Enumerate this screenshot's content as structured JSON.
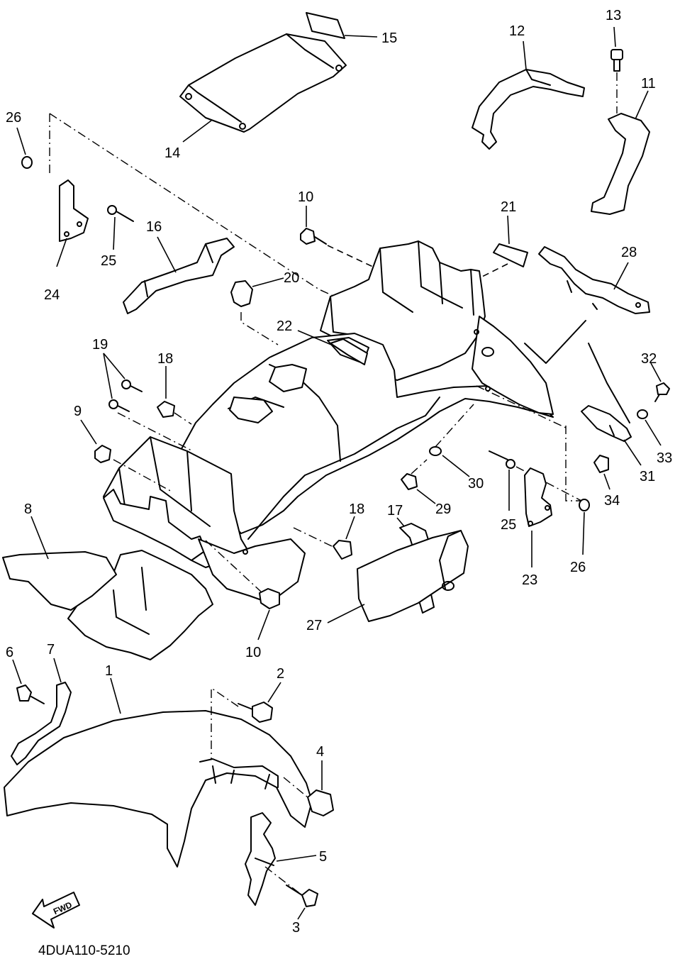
{
  "diagram_code": "4DUA110-5210",
  "fwd_label": "FWD",
  "callouts": {
    "c1": "1",
    "c2": "2",
    "c3": "3",
    "c4": "4",
    "c5": "5",
    "c6": "6",
    "c7": "7",
    "c8": "8",
    "c9": "9",
    "c10a": "10",
    "c10b": "10",
    "c11": "11",
    "c12": "12",
    "c13": "13",
    "c14": "14",
    "c15": "15",
    "c16": "16",
    "c17": "17",
    "c18a": "18",
    "c18b": "18",
    "c19": "19",
    "c20": "20",
    "c21": "21",
    "c22": "22",
    "c23": "23",
    "c24": "24",
    "c25a": "25",
    "c25b": "25",
    "c26a": "26",
    "c26b": "26",
    "c27": "27",
    "c28": "28",
    "c29": "29",
    "c30": "30",
    "c31": "31",
    "c32": "32",
    "c33": "33",
    "c34": "34"
  }
}
